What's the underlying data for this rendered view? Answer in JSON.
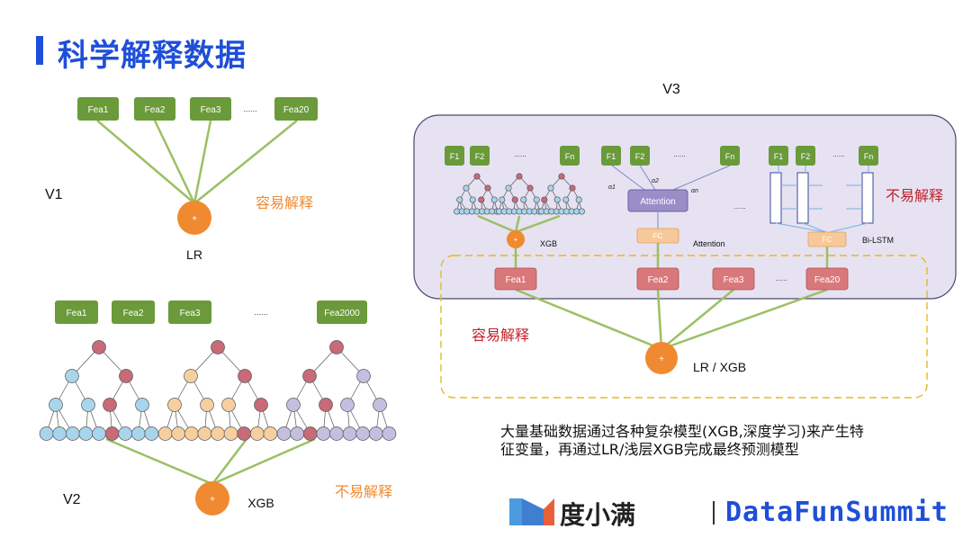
{
  "page": {
    "title": "科学解释数据",
    "description": "大量基础数据通过各种复杂模型(XGB,深度学习)来产生特征变量，再通过LR/浅层XGB完成最终预测模型",
    "logo_text": "度小满",
    "summit_text": "DataFunSummit"
  },
  "v1": {
    "label": "V1",
    "features": [
      "Fea1",
      "Fea2",
      "Fea3",
      "Fea20"
    ],
    "ellipsis": "......",
    "model_label": "LR",
    "node_symbol": "+",
    "note": "容易解释"
  },
  "v2": {
    "label": "V2",
    "features": [
      "Fea1",
      "Fea2",
      "Fea3",
      "Fea2000"
    ],
    "ellipsis": "......",
    "model_label": "XGB",
    "node_symbol": "+",
    "note": "不易解释"
  },
  "v3": {
    "label": "V3",
    "group1": {
      "inputs": [
        "F1",
        "F2",
        "Fn"
      ],
      "ellipsis": "......",
      "model_label": "XGB",
      "node_symbol": "+"
    },
    "group2": {
      "inputs": [
        "F1",
        "F2",
        "Fn"
      ],
      "ellipsis": "......",
      "attention_label": "Attention",
      "alpha_labels": [
        "α1",
        "α2",
        "αn"
      ],
      "fc_label": "FC",
      "model_label": "Attention",
      "dots": "......"
    },
    "group3": {
      "inputs": [
        "F1",
        "F2",
        "Fn"
      ],
      "ellipsis": "......",
      "fc_label": "FC",
      "model_label": "Bi-LSTM"
    },
    "hard_note": "不易解释",
    "features": [
      "Fea1",
      "Fea2",
      "Fea3",
      "Fea20"
    ],
    "features_ellipsis": "......",
    "easy_note": "容易解释",
    "final_symbol": "+",
    "final_label": "LR / XGB"
  },
  "colors": {
    "title": "#1f4fd8",
    "green_box": "#6a9a3a",
    "orange_node": "#f08a30",
    "note_orange": "#f08a30",
    "note_red": "#c0202a",
    "panel_fill": "#e6e2f2",
    "feature_box": "#d9787a",
    "fc_box": "#f7c99a",
    "attention_box": "#9b8ec8",
    "line_green": "#9bc063"
  }
}
